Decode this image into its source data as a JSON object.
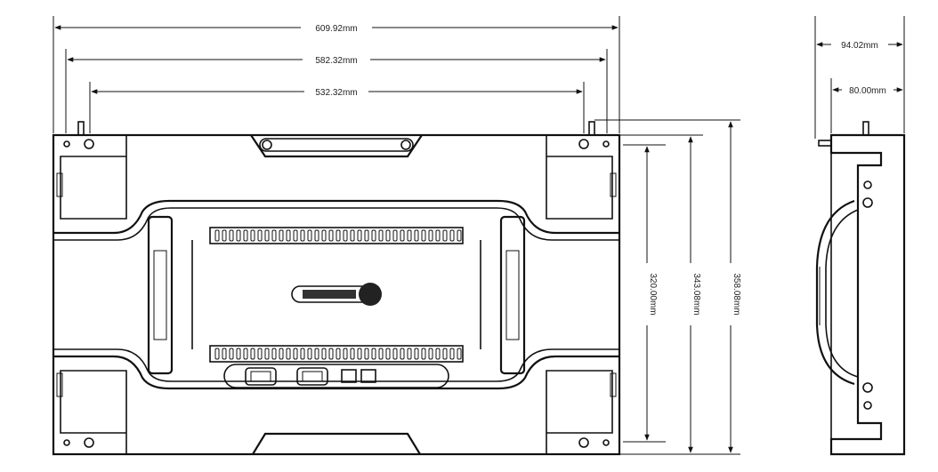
{
  "dimensions": {
    "front_width_outer": "609.92mm",
    "front_width_mid": "582.32mm",
    "front_width_inner": "532.32mm",
    "height_inner": "320.00mm",
    "height_mid": "343.08mm",
    "height_outer": "358.08mm",
    "side_depth_outer": "94.02mm",
    "side_depth_inner": "80.00mm"
  }
}
